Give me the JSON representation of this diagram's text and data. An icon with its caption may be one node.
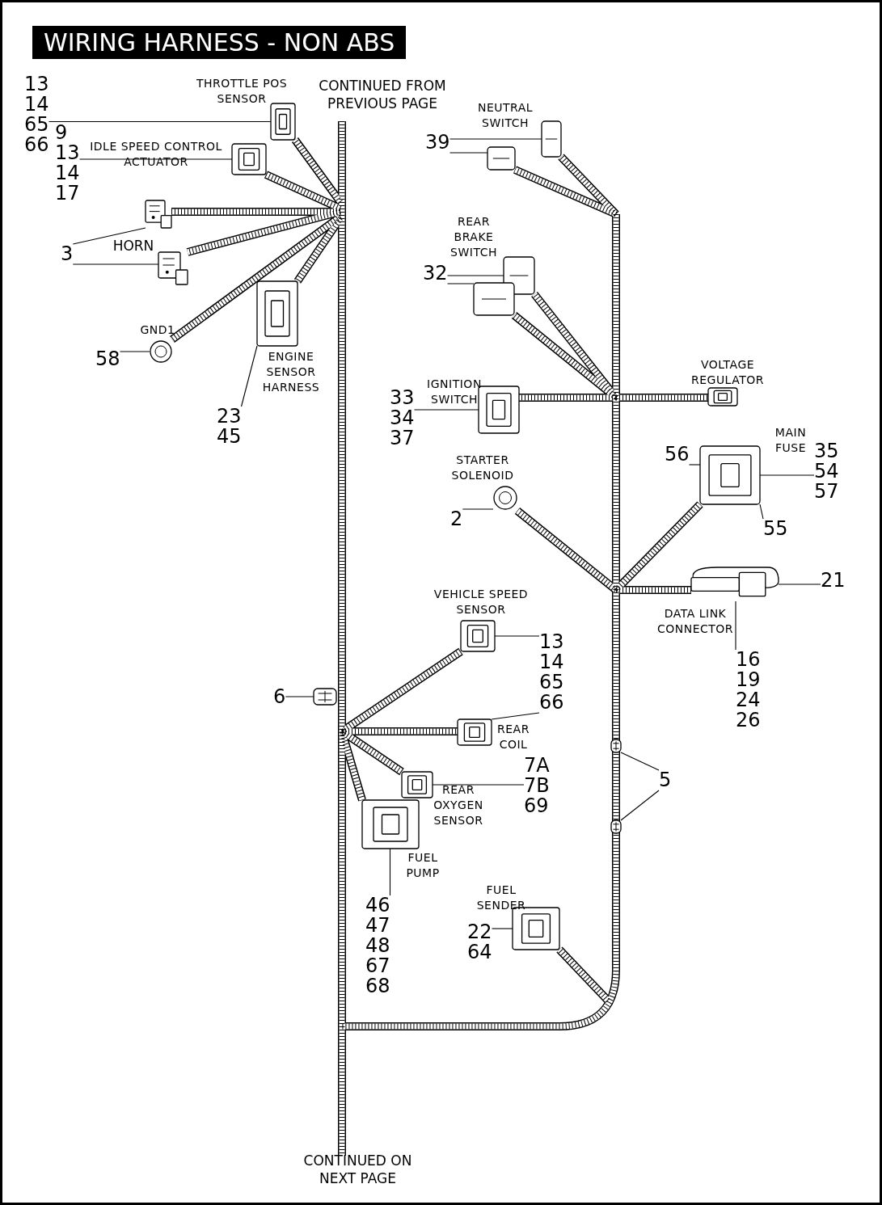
{
  "diagram": {
    "title": "WIRING HARNESS - NON ABS",
    "nodes": [
      {
        "text": [
          "13",
          "14",
          "65",
          "66"
        ]
      },
      {
        "text": [],
        "shape": "picture",
        "beside": [
          "THROTTLE POS SENSOR"
        ]
      },
      {
        "text": [
          "9",
          "13",
          "14",
          "17"
        ]
      },
      {
        "text": [],
        "shape": "picture",
        "beside": [
          "IDLE SPEED CONTROL ACTUATOR"
        ]
      },
      {
        "text": [],
        "shape": "picture"
      },
      {
        "text": [],
        "shape": "picture"
      },
      {
        "text": [
          "3"
        ]
      },
      {
        "text": [],
        "shape": "picture",
        "beside": [
          "GND1"
        ]
      },
      {
        "text": [
          "58"
        ]
      },
      {
        "text": [],
        "shape": "picture",
        "beside": [
          "ENGINE SENSOR HARNESS"
        ]
      },
      {
        "text": [
          "23",
          "45"
        ]
      },
      {
        "text": [
          "39"
        ]
      },
      {
        "text": [],
        "shape": "picture",
        "beside": [
          "NEUTRAL SWITCH"
        ]
      },
      {
        "text": [],
        "shape": "picture"
      },
      {
        "text": [
          "32"
        ]
      },
      {
        "text": [],
        "shape": "picture",
        "beside": [
          "REAR BRAKE SWITCH"
        ]
      },
      {
        "text": [],
        "shape": "picture"
      },
      {
        "text": [
          "33",
          "34",
          "37"
        ]
      },
      {
        "text": [],
        "shape": "picture",
        "beside": [
          "IGNITION SWITCH"
        ]
      },
      {
        "text": [],
        "shape": "picture",
        "beside": [
          "VOLTAGE REGULATOR"
        ]
      },
      {
        "text": [
          "56"
        ]
      },
      {
        "text": [],
        "shape": "picture",
        "beside": [
          "MAIN FUSE"
        ]
      },
      {
        "text": [
          "35",
          "54",
          "57"
        ]
      },
      {
        "text": [
          "55"
        ]
      },
      {
        "text": [],
        "shape": "picture",
        "beside": [
          "STARTER SOLENOID"
        ]
      },
      {
        "text": [
          "2"
        ]
      },
      {
        "text": [],
        "shape": "picture",
        "beside": [
          "DATA LINK CONNECTOR"
        ]
      },
      {
        "text": [
          "21"
        ]
      },
      {
        "text": [
          "16",
          "19",
          "24",
          "26"
        ]
      },
      {
        "text": [],
        "shape": "picture",
        "beside": [
          "VEHICLE SPEED SENSOR"
        ]
      },
      {
        "text": [
          "13",
          "14",
          "65",
          "66"
        ]
      },
      {
        "text": [
          "6"
        ]
      },
      {
        "text": [],
        "shape": "picture"
      },
      {
        "text": [],
        "shape": "picture",
        "beside": [
          "REAR COIL"
        ]
      },
      {
        "text": [
          "7A",
          "7B",
          "69"
        ]
      },
      {
        "text": [],
        "shape": "picture",
        "beside": [
          "REAR OXYGEN SENSOR"
        ]
      },
      {
        "text": [],
        "shape": "picture"
      },
      {
        "text": [],
        "shape": "picture"
      },
      {
        "text": [
          "5"
        ]
      },
      {
        "text": [],
        "shape": "picture",
        "beside": [
          "FUEL PUMP"
        ]
      },
      {
        "text": [
          "46",
          "47",
          "48",
          "67",
          "68"
        ]
      },
      {
        "text": [],
        "shape": "picture",
        "beside": [
          "FUEL SENDER"
        ]
      },
      {
        "text": [
          "22",
          "64"
        ]
      }
    ],
    "edges": [
      {
        "from": 0,
        "to": 1,
        "arrow": "none"
      },
      {
        "from": 2,
        "to": 3,
        "arrow": "none"
      },
      {
        "from": 6,
        "to": 4,
        "arrow": "none"
      },
      {
        "from": 6,
        "to": 5,
        "arrow": "none"
      },
      {
        "from": 8,
        "to": 7,
        "arrow": "none"
      },
      {
        "from": 10,
        "to": 9,
        "arrow": "none"
      },
      {
        "from": 11,
        "to": 12,
        "arrow": "none"
      },
      {
        "from": 11,
        "to": 13,
        "arrow": "none"
      },
      {
        "from": 14,
        "to": 15,
        "arrow": "none"
      },
      {
        "from": 14,
        "to": 16,
        "arrow": "none"
      },
      {
        "from": 17,
        "to": 18,
        "arrow": "none"
      },
      {
        "from": 20,
        "to": 21,
        "arrow": "none"
      },
      {
        "from": 22,
        "to": 21,
        "arrow": "none"
      },
      {
        "from": 23,
        "to": 21,
        "arrow": "none"
      },
      {
        "from": 25,
        "to": 24,
        "arrow": "none"
      },
      {
        "from": 27,
        "to": 26,
        "arrow": "none"
      },
      {
        "from": 28,
        "to": 26,
        "arrow": "none"
      },
      {
        "from": 30,
        "to": 29,
        "arrow": "none"
      },
      {
        "from": 30,
        "to": 33,
        "arrow": "none"
      },
      {
        "from": 31,
        "to": 32,
        "arrow": "none"
      },
      {
        "from": 34,
        "to": 35,
        "arrow": "none"
      },
      {
        "from": 38,
        "to": 36,
        "arrow": "none"
      },
      {
        "from": 38,
        "to": 37,
        "arrow": "none"
      },
      {
        "from": 40,
        "to": 39,
        "arrow": "none"
      },
      {
        "from": 42,
        "to": 41,
        "arrow": "none"
      }
    ],
    "labels": [
      "CONTINUED FROM PREVIOUS PAGE",
      "HORN",
      "CONTINUED ON NEXT PAGE"
    ]
  }
}
